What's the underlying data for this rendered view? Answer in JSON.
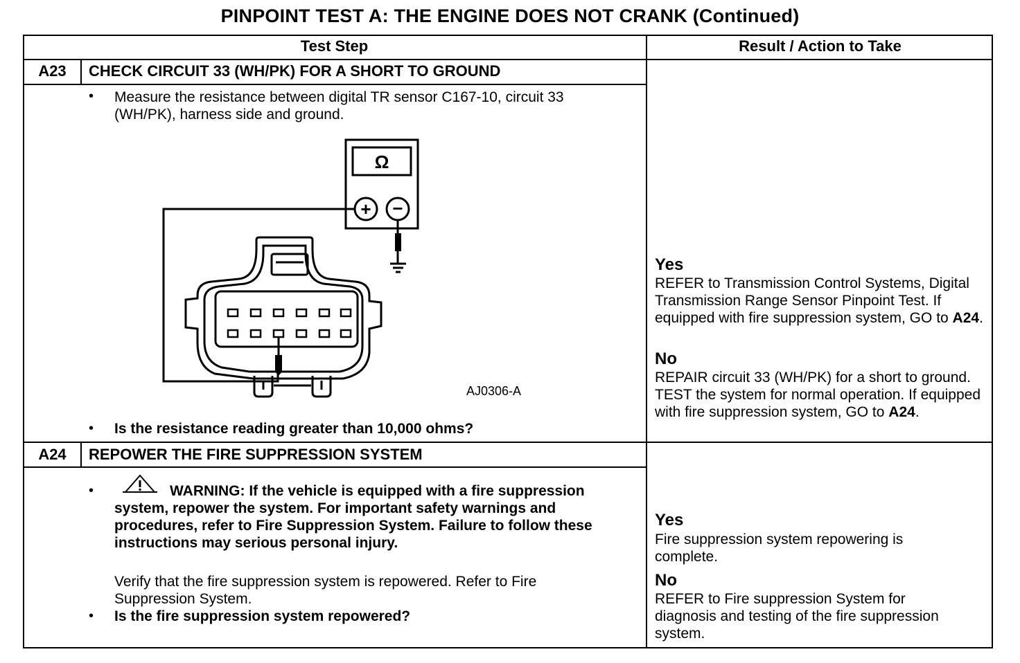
{
  "title": "PINPOINT TEST  A: THE ENGINE DOES NOT CRANK (Continued)",
  "headers": {
    "test_step": "Test Step",
    "result": "Result / Action to Take"
  },
  "steps": [
    {
      "id": "A23",
      "title": "CHECK CIRCUIT 33 (WH/PK) FOR A SHORT TO GROUND",
      "instruction": "Measure the resistance between digital TR sensor C167-10, circuit 33 (WH/PK), harness side and ground.",
      "figure": {
        "label": "AJ0306-A",
        "meter_symbol": "Ω",
        "plus": "+",
        "minus": "−"
      },
      "question": "Is the resistance reading greater than 10,000 ohms?",
      "yes": {
        "label": "Yes",
        "text": "REFER to Transmission Control Systems, Digital Transmission Range Sensor Pinpoint Test. If equipped with fire suppression system, GO to",
        "goto": "A24",
        "end": "."
      },
      "no": {
        "label": "No",
        "text": "REPAIR circuit 33 (WH/PK) for a short to ground. TEST the system for normal operation. If equipped with fire suppression system, GO to",
        "goto": "A24",
        "end": "."
      }
    },
    {
      "id": "A24",
      "title": "REPOWER THE FIRE SUPPRESSION SYSTEM",
      "warning": "WARNING: If the vehicle is equipped with a fire suppression system, repower the system. For important safety warnings and procedures, refer to Fire Suppression System.  Failure to follow these instructions may serious  personal injury.",
      "instruction": "Verify that the fire suppression system is repowered. Refer to Fire Suppression System.",
      "question": "Is the fire suppression system repowered?",
      "yes": {
        "label": "Yes",
        "text": "Fire suppression system repowering is complete."
      },
      "no": {
        "label": "No",
        "text": "REFER to Fire suppression System for diagnosis  and testing of the fire suppression system."
      }
    }
  ],
  "bullet": "•"
}
